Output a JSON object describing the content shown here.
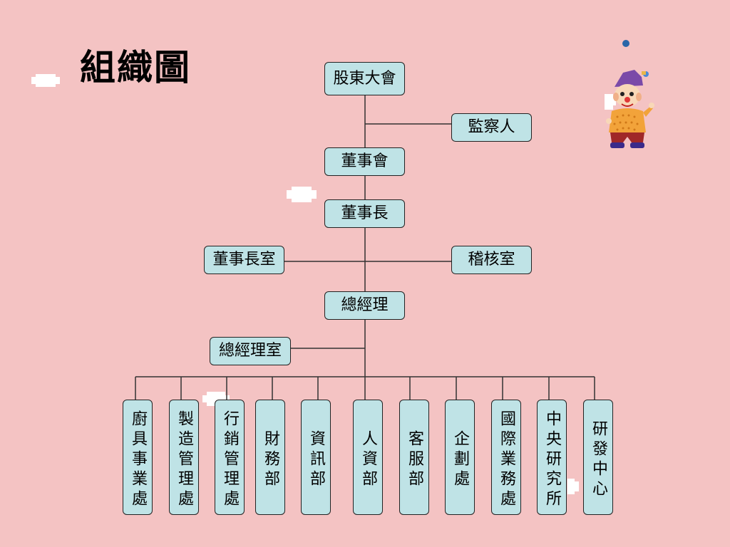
{
  "title": "組織圖",
  "nodes": {
    "shareholders": "股東大會",
    "supervisor": "監察人",
    "board": "董事會",
    "chairman": "董事長",
    "chairman_office": "董事長室",
    "audit_office": "稽核室",
    "general_manager": "總經理",
    "gm_office": "總經理室"
  },
  "departments": [
    "廚具事業處",
    "製造管理處",
    "行銷管理處",
    "財務部",
    "資訊部",
    "人資部",
    "客服部",
    "企劃處",
    "國際業務處",
    "中央研究所",
    "研發中心"
  ],
  "colors": {
    "background": "#f4c3c3",
    "box_fill": "#bfe3e6",
    "line": "#333333"
  },
  "icons": [
    "cloud-icon",
    "clown-icon"
  ]
}
